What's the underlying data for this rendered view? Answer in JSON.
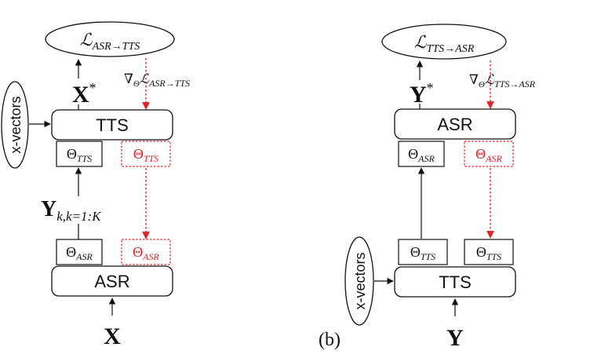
{
  "left": {
    "loss_label": "ℒ",
    "loss_sub": "ASR→TTS",
    "output_label": "X",
    "output_sup": "*",
    "grad_label": "∇",
    "grad_sub_theta": "Θ",
    "grad_loss": "ℒ",
    "grad_loss_sub": "ASR→TTS",
    "xvectors_label": "x-vectors",
    "tts_label": "TTS",
    "theta_symbol": "Θ",
    "theta_tts_sub": "TTS",
    "theta_tts_red_sub": "TTS",
    "mid_label": "Y",
    "mid_sub": "k,k=1:K",
    "theta_asr_sub": "ASR",
    "theta_asr_red_sub": "ASR",
    "asr_label": "ASR",
    "input_label": "X"
  },
  "right": {
    "loss_label": "ℒ",
    "loss_sub": "TTS→ASR",
    "output_label": "Y",
    "output_sup": "*",
    "grad_label": "∇",
    "grad_sub_theta": "Θ",
    "grad_loss": "ℒ",
    "grad_loss_sub": "TTS→ASR",
    "asr_label": "ASR",
    "theta_symbol": "Θ",
    "theta_asr_sub": "ASR",
    "theta_asr_red_sub": "ASR",
    "theta_tts_sub": "TTS",
    "theta_tts2_sub": "TTS",
    "xvectors_label": "x-vectors",
    "tts_label": "TTS",
    "input_label": "Y"
  },
  "caption": "(b)",
  "colors": {
    "highlight": "#e8202a",
    "stroke": "#111111"
  }
}
